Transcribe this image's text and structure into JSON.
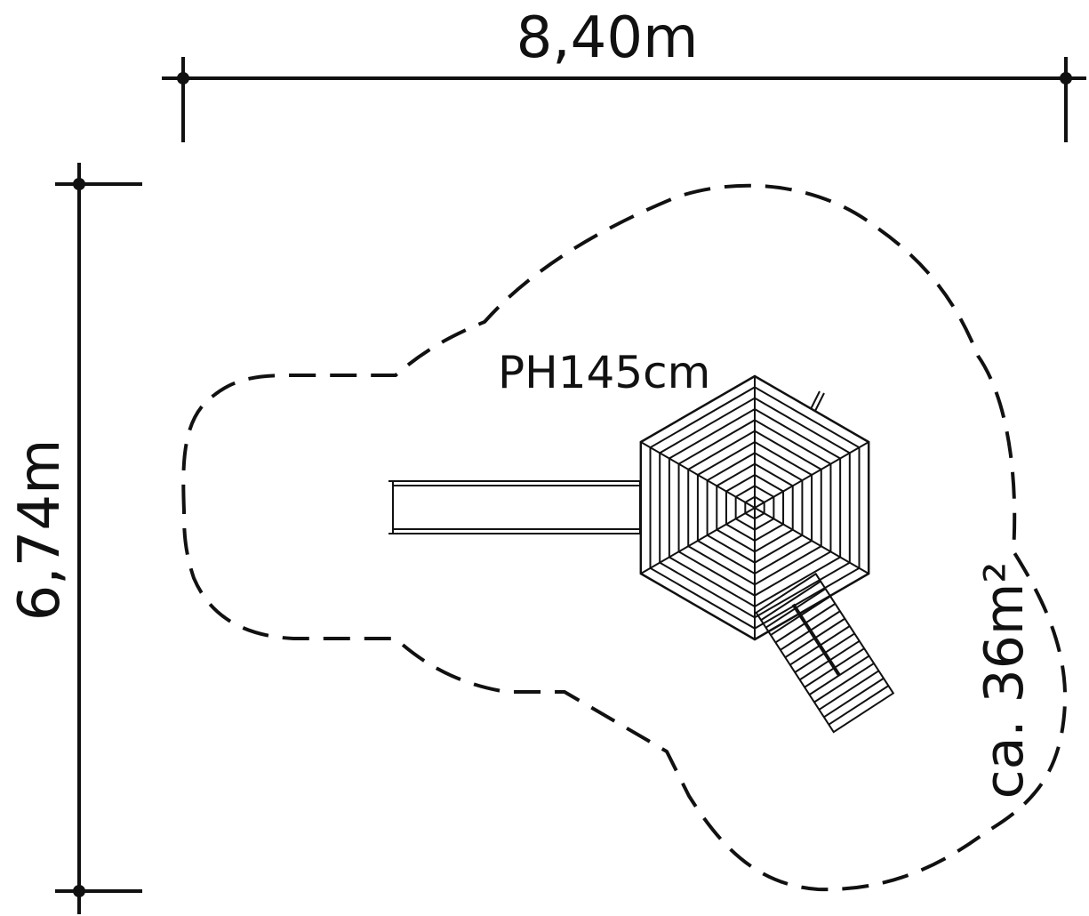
{
  "dimensions": {
    "width_label": "8,40m",
    "depth_label": "6,74m"
  },
  "labels": {
    "platform_height": "PH145cm",
    "safety_area": "ca. 36m²"
  },
  "colors": {
    "line": "#111111",
    "background": "#ffffff"
  }
}
